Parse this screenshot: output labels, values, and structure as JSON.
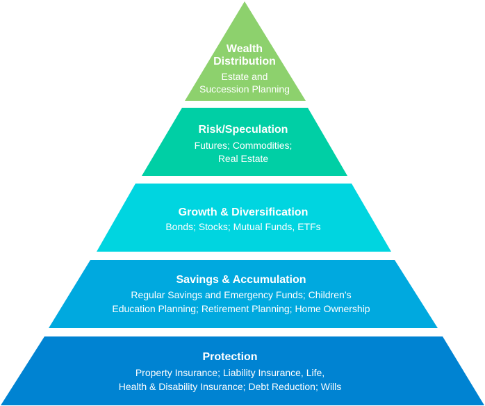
{
  "pyramid": {
    "tiers": [
      {
        "title_lines": [
          "Wealth",
          "Distribution"
        ],
        "desc_lines": [
          "Estate and",
          "Succession Planning"
        ],
        "color": "#8dd16d"
      },
      {
        "title_lines": [
          "Risk/Speculation"
        ],
        "desc_lines": [
          "Futures; Commodities;",
          "Real Estate"
        ],
        "color": "#00cfa5"
      },
      {
        "title_lines": [
          "Growth & Diversification"
        ],
        "desc_lines": [
          "Bonds; Stocks; Mutual Funds, ETFs"
        ],
        "color": "#00d5e0"
      },
      {
        "title_lines": [
          "Savings & Accumulation"
        ],
        "desc_lines": [
          "Regular Savings and Emergency Funds; Children’s",
          "Education Planning; Retirement Planning; Home Ownership"
        ],
        "color": "#00a9df"
      },
      {
        "title_lines": [
          "Protection"
        ],
        "desc_lines": [
          "Property Insurance; Liability Insurance, Life,",
          "Health & Disability Insurance; Debt Reduction; Wills"
        ],
        "color": "#0083d2"
      }
    ]
  }
}
